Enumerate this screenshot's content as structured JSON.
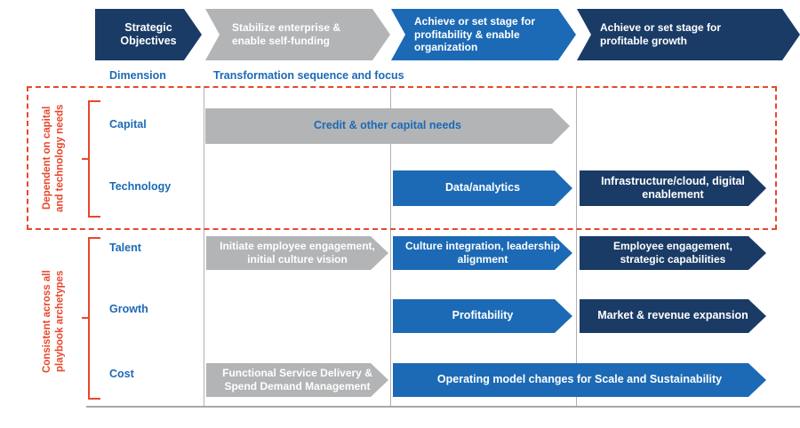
{
  "colors": {
    "navy": "#1a3b66",
    "blue": "#1c6ab5",
    "gray": "#b3b4b6",
    "red": "#e8472b",
    "gridline": "#b0b0b0"
  },
  "header": {
    "phases": [
      {
        "label": "Strategic\nObjectives",
        "style": "navy"
      },
      {
        "label": "Stabilize enterprise &\nenable  self-funding",
        "style": "gray"
      },
      {
        "label": "Achieve or set stage for\nprofitability & enable\norganization",
        "style": "blue"
      },
      {
        "label": "Achieve or set stage for\nprofitable growth",
        "style": "navy"
      }
    ]
  },
  "captions": {
    "dimension": "Dimension",
    "transformation": "Transformation sequence and focus"
  },
  "groups": [
    {
      "label": "Dependent on capital\nand technology needs"
    },
    {
      "label": "Consistent across all\nplaybook archetypes"
    }
  ],
  "rows": [
    {
      "dimension": "Capital",
      "bars": [
        {
          "label": "Credit & other capital needs",
          "style": "gray-blue-text",
          "col_start": 1,
          "col_end": 3
        }
      ]
    },
    {
      "dimension": "Technology",
      "bars": [
        {
          "label": "Data/analytics",
          "style": "blue",
          "col_start": 2,
          "col_end": 2
        },
        {
          "label": "Infrastructure/cloud, digital\nenablement",
          "style": "navy",
          "col_start": 3,
          "col_end": 3
        }
      ]
    },
    {
      "dimension": "Talent",
      "bars": [
        {
          "label": "Initiate employee engagement,\ninitial culture vision",
          "style": "gray",
          "col_start": 1,
          "col_end": 1
        },
        {
          "label": "Culture integration, leadership\nalignment",
          "style": "blue",
          "col_start": 2,
          "col_end": 2
        },
        {
          "label": "Employee engagement,\nstrategic capabilities",
          "style": "navy",
          "col_start": 3,
          "col_end": 3
        }
      ]
    },
    {
      "dimension": "Growth",
      "bars": [
        {
          "label": "Profitability",
          "style": "blue",
          "col_start": 2,
          "col_end": 2
        },
        {
          "label": "Market & revenue expansion",
          "style": "navy",
          "col_start": 3,
          "col_end": 3
        }
      ]
    },
    {
      "dimension": "Cost",
      "bars": [
        {
          "label": "Functional Service Delivery &\nSpend Demand Management",
          "style": "gray",
          "col_start": 1,
          "col_end": 1
        },
        {
          "label": "Operating model changes for Scale and Sustainability",
          "style": "blue",
          "col_start": 2,
          "col_end": 3
        }
      ]
    }
  ]
}
